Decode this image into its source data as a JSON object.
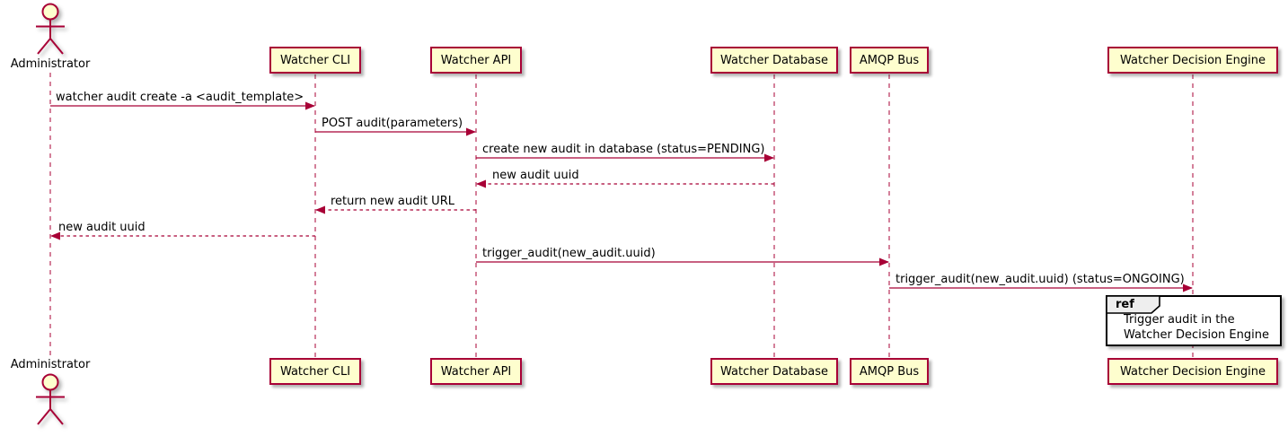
{
  "diagram": {
    "type": "sequence-diagram",
    "colors": {
      "participant_fill": "#FEFECE",
      "participant_border": "#A80036",
      "line_color": "#A80036",
      "text_color": "#000000",
      "ref_border": "#000000",
      "ref_header_fill": "#EEEEEE",
      "background": "#FFFFFF"
    },
    "actor": {
      "name": "Administrator"
    },
    "participants": [
      {
        "name": "Watcher CLI"
      },
      {
        "name": "Watcher API"
      },
      {
        "name": "Watcher Database"
      },
      {
        "name": "AMQP Bus"
      },
      {
        "name": "Watcher Decision Engine"
      }
    ],
    "messages": [
      {
        "from": "Administrator",
        "to": "Watcher CLI",
        "style": "solid",
        "text": "watcher audit create -a <audit_template>"
      },
      {
        "from": "Watcher CLI",
        "to": "Watcher API",
        "style": "solid",
        "text": "POST audit(parameters)"
      },
      {
        "from": "Watcher API",
        "to": "Watcher Database",
        "style": "solid",
        "text": "create new audit in database (status=PENDING)"
      },
      {
        "from": "Watcher Database",
        "to": "Watcher API",
        "style": "dashed",
        "text": "new audit uuid"
      },
      {
        "from": "Watcher API",
        "to": "Watcher CLI",
        "style": "dashed",
        "text": "return new audit URL"
      },
      {
        "from": "Watcher CLI",
        "to": "Administrator",
        "style": "dashed",
        "text": "new audit uuid"
      },
      {
        "from": "Watcher API",
        "to": "AMQP Bus",
        "style": "solid",
        "text": "trigger_audit(new_audit.uuid)"
      },
      {
        "from": "AMQP Bus",
        "to": "Watcher Decision Engine",
        "style": "solid",
        "text": "trigger_audit(new_audit.uuid) (status=ONGOING)"
      }
    ],
    "ref": {
      "label": "ref",
      "lines": [
        "Trigger audit in the",
        "Watcher Decision Engine"
      ]
    }
  }
}
